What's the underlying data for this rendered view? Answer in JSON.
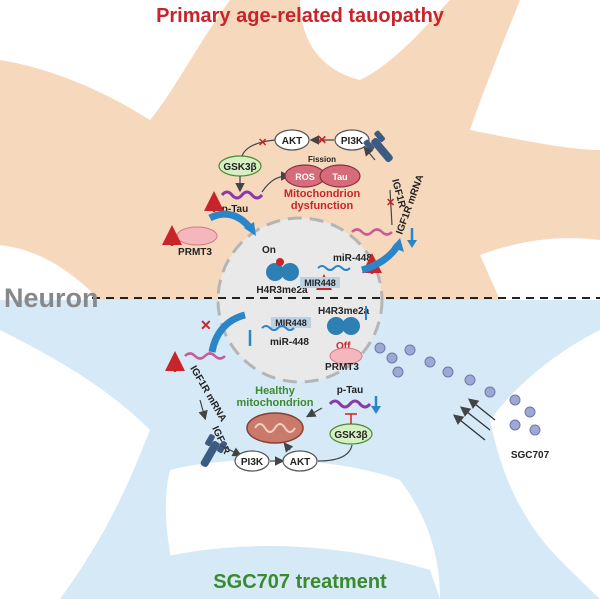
{
  "header": {
    "title": "Primary age-related tauopathy",
    "title_color": "#c8242a"
  },
  "divider": {
    "label": "Neuron"
  },
  "footer": {
    "title": "SGC707 treatment",
    "title_color": "#3a8a2e"
  },
  "colors": {
    "top_bg": "#f6d9bd",
    "bottom_bg": "#d5e9f6",
    "nucleus": "#e9e9e9",
    "red": "#c8242a",
    "blue": "#2b86c9",
    "green": "#3a8a2e"
  },
  "top": {
    "akt": "AKT",
    "pi3k": "PI3K",
    "gsk3b": "GSK3β",
    "ptau": "p-Tau",
    "fission": "Fission",
    "ros": "ROS",
    "tau": "Tau",
    "mito_title_1": "Mitochondrion",
    "mito_title_2": "dysfunction",
    "igf1r": "IGF1R",
    "igf1r_mrna": "IGF1R mRNA",
    "prmt3": "PRMT3",
    "on": "On",
    "h4r3": "H4R3me2a",
    "mir448_gene": "MIR448",
    "mir448": "miR-448"
  },
  "bottom": {
    "h4r3": "H4R3me2a",
    "mir448_gene": "MIR448",
    "mir448": "miR-448",
    "off": "Off",
    "prmt3": "PRMT3",
    "igf1r_mrna": "IGF1R mRNA",
    "healthy_1": "Healthy",
    "healthy_2": "mitochondrion",
    "ptau": "p-Tau",
    "gsk3b": "GSK3β",
    "igf1r": "IGF1R",
    "pi3k": "PI3K",
    "akt": "AKT",
    "sgc707": "SGC707"
  }
}
